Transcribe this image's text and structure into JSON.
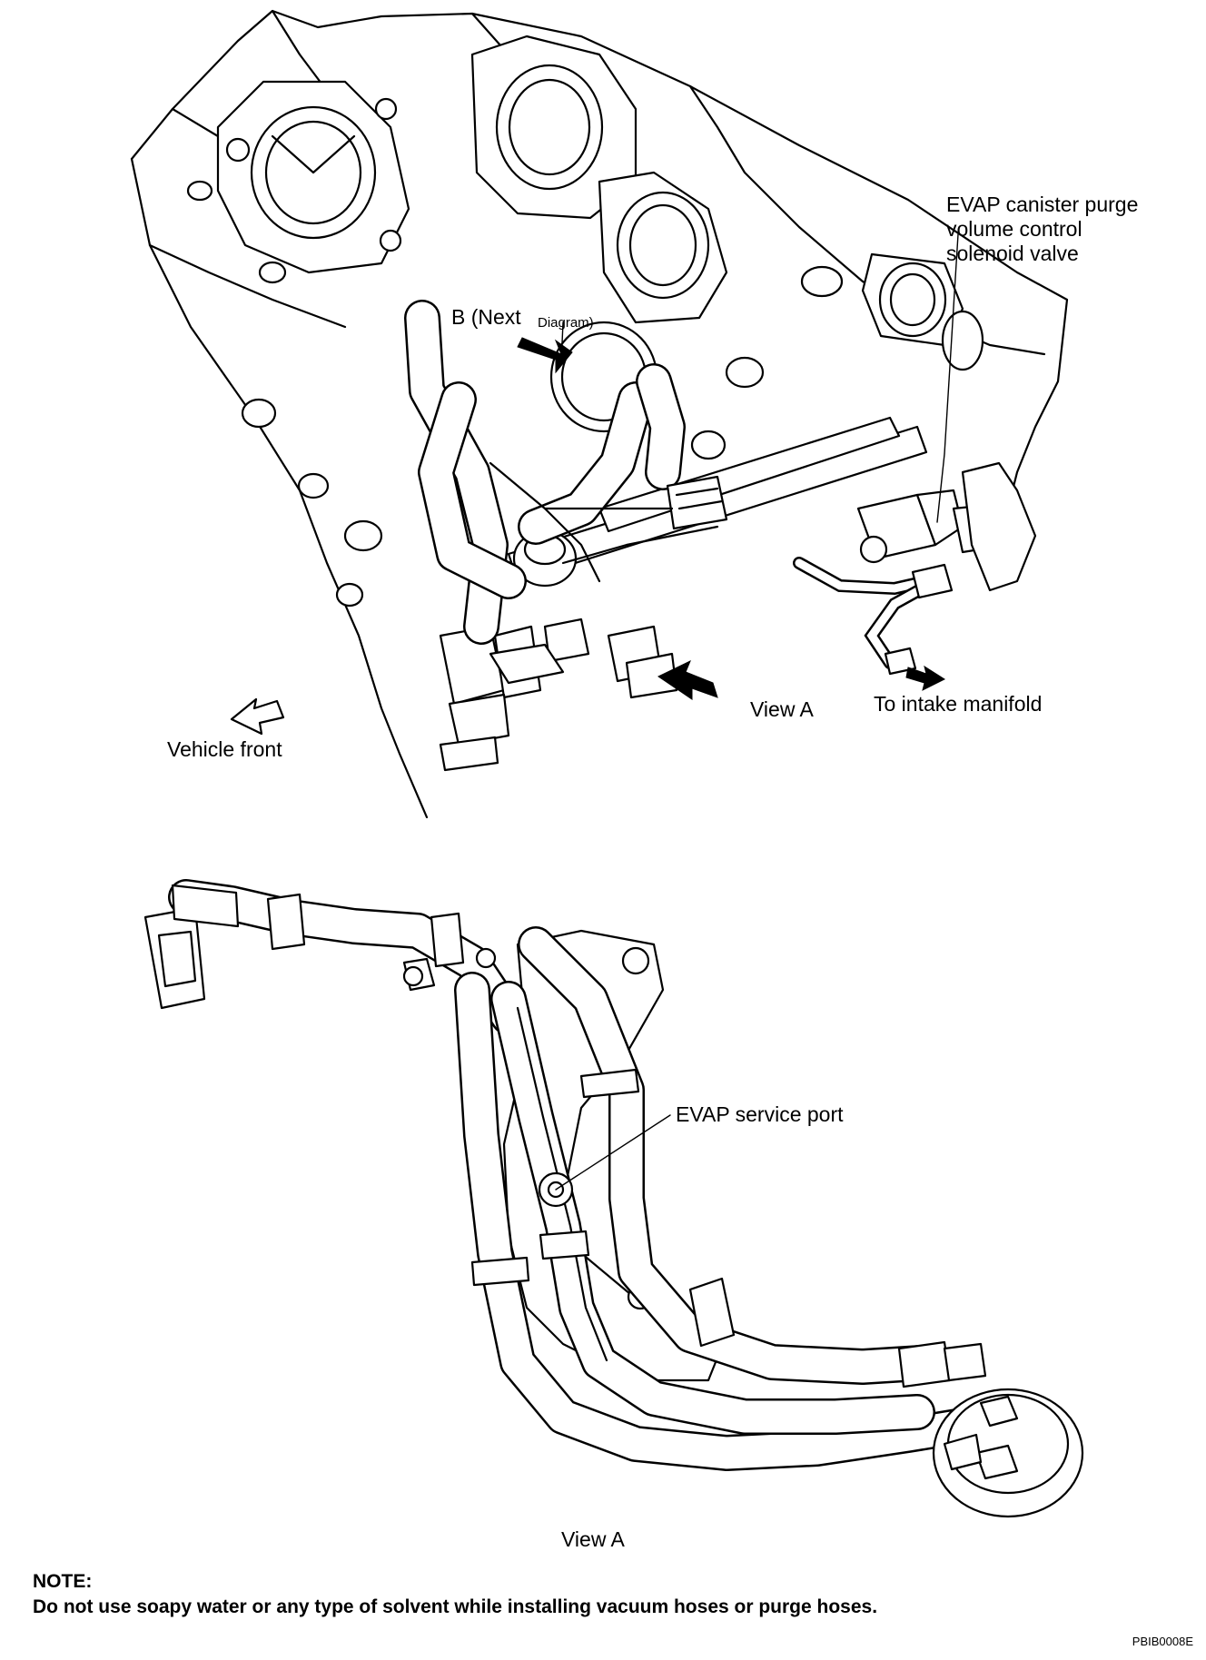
{
  "top_view": {
    "labels": {
      "evap_valve": [
        "EVAP canister purge",
        "volume control",
        "solenoid valve"
      ],
      "b_next": "B (Next",
      "b_diagram": "Diagram)",
      "view_a": "View A",
      "to_intake": "To intake manifold",
      "vehicle_front": "Vehicle front"
    }
  },
  "bottom_view": {
    "labels": {
      "evap_port": "EVAP service port",
      "view_a_caption": "View A"
    }
  },
  "note": {
    "heading": "NOTE:",
    "text": "Do not use soapy water or any type of  solvent while installing vacuum hoses or purge hoses."
  },
  "figure_code": "PBIB0008E"
}
